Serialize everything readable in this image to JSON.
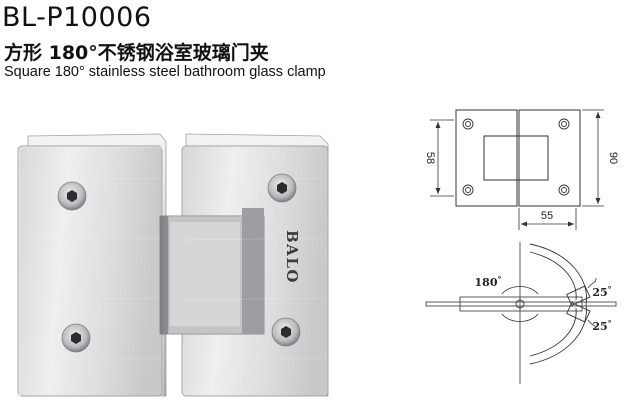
{
  "product": {
    "model": "BL-P10006",
    "title_cn": "方形 180°不锈钢浴室玻璃门夹",
    "title_en": "Square 180° stainless steel bathroom glass clamp",
    "brand_mark": "BALO"
  },
  "drawing": {
    "dim_height_inner": "58",
    "dim_height_outer": "90",
    "dim_width": "55",
    "angle_open": "180",
    "angle_up": "25",
    "angle_down": "25",
    "degree_mark": "°"
  },
  "colors": {
    "steel_light": "#e4e5e6",
    "steel_mid": "#c9cacc",
    "steel_dark": "#8d8f92",
    "line": "#333333"
  }
}
